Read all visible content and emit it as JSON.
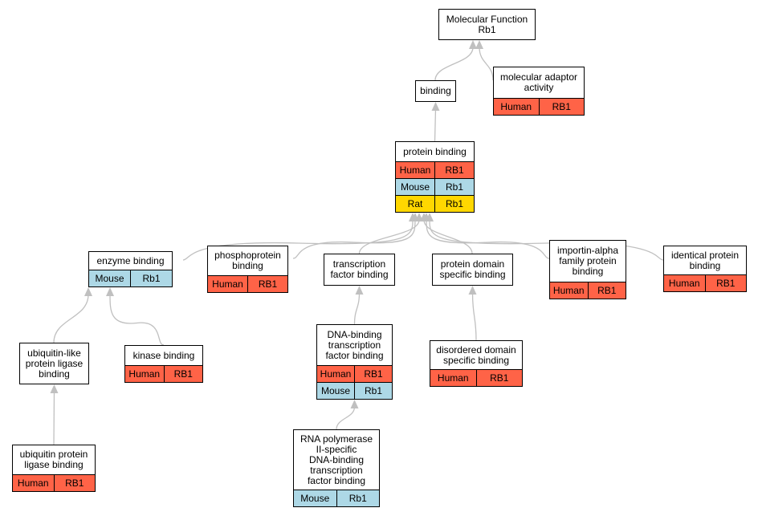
{
  "colors": {
    "human": "#ff6347",
    "mouse": "#add8e6",
    "rat": "#ffd700",
    "edge": "#c0c0c0"
  },
  "nodes": [
    {
      "id": "molecular-function",
      "title": "Molecular Function\nRb1",
      "rows": []
    },
    {
      "id": "binding",
      "title": "binding",
      "rows": []
    },
    {
      "id": "molecular-adaptor-activity",
      "title": "molecular adaptor\nactivity",
      "rows": [
        {
          "species": "Human",
          "gene": "RB1"
        }
      ]
    },
    {
      "id": "protein-binding",
      "title": "protein binding",
      "rows": [
        {
          "species": "Human",
          "gene": "RB1"
        },
        {
          "species": "Mouse",
          "gene": "Rb1"
        },
        {
          "species": "Rat",
          "gene": "Rb1"
        }
      ]
    },
    {
      "id": "enzyme-binding",
      "title": "enzyme binding",
      "rows": [
        {
          "species": "Mouse",
          "gene": "Rb1"
        }
      ]
    },
    {
      "id": "phosphoprotein-binding",
      "title": "phosphoprotein\nbinding",
      "rows": [
        {
          "species": "Human",
          "gene": "RB1"
        }
      ]
    },
    {
      "id": "transcription-factor-binding",
      "title": "transcription\nfactor binding",
      "rows": []
    },
    {
      "id": "protein-domain-specific-binding",
      "title": "protein domain\nspecific binding",
      "rows": []
    },
    {
      "id": "importin-alpha-family-protein-binding",
      "title": "importin-alpha\nfamily protein\nbinding",
      "rows": [
        {
          "species": "Human",
          "gene": "RB1"
        }
      ]
    },
    {
      "id": "identical-protein-binding",
      "title": "identical protein\nbinding",
      "rows": [
        {
          "species": "Human",
          "gene": "RB1"
        }
      ]
    },
    {
      "id": "ubiquitin-like-protein-ligase-binding",
      "title": "ubiquitin-like\nprotein ligase\nbinding",
      "rows": []
    },
    {
      "id": "kinase-binding",
      "title": "kinase binding",
      "rows": [
        {
          "species": "Human",
          "gene": "RB1"
        }
      ]
    },
    {
      "id": "dna-binding-transcription-factor-binding",
      "title": "DNA-binding\ntranscription\nfactor binding",
      "rows": [
        {
          "species": "Human",
          "gene": "RB1"
        },
        {
          "species": "Mouse",
          "gene": "Rb1"
        }
      ]
    },
    {
      "id": "disordered-domain-specific-binding",
      "title": "disordered domain\nspecific binding",
      "rows": [
        {
          "species": "Human",
          "gene": "RB1"
        }
      ]
    },
    {
      "id": "ubiquitin-protein-ligase-binding",
      "title": "ubiquitin protein\nligase binding",
      "rows": [
        {
          "species": "Human",
          "gene": "RB1"
        }
      ]
    },
    {
      "id": "rna-polymerase-ii-specific-dna-binding-transcription-factor-binding",
      "title": "RNA polymerase\nII-specific\nDNA-binding\ntranscription\nfactor binding",
      "rows": [
        {
          "species": "Mouse",
          "gene": "Rb1"
        }
      ]
    }
  ],
  "edges": [
    {
      "from": "binding",
      "to": "molecular-function"
    },
    {
      "from": "molecular-adaptor-activity",
      "to": "molecular-function"
    },
    {
      "from": "protein-binding",
      "to": "binding"
    },
    {
      "from": "enzyme-binding",
      "to": "protein-binding"
    },
    {
      "from": "phosphoprotein-binding",
      "to": "protein-binding"
    },
    {
      "from": "transcription-factor-binding",
      "to": "protein-binding"
    },
    {
      "from": "protein-domain-specific-binding",
      "to": "protein-binding"
    },
    {
      "from": "importin-alpha-family-protein-binding",
      "to": "protein-binding"
    },
    {
      "from": "identical-protein-binding",
      "to": "protein-binding"
    },
    {
      "from": "ubiquitin-like-protein-ligase-binding",
      "to": "enzyme-binding"
    },
    {
      "from": "kinase-binding",
      "to": "enzyme-binding"
    },
    {
      "from": "dna-binding-transcription-factor-binding",
      "to": "transcription-factor-binding"
    },
    {
      "from": "disordered-domain-specific-binding",
      "to": "protein-domain-specific-binding"
    },
    {
      "from": "ubiquitin-protein-ligase-binding",
      "to": "ubiquitin-like-protein-ligase-binding"
    },
    {
      "from": "rna-polymerase-ii-specific-dna-binding-transcription-factor-binding",
      "to": "dna-binding-transcription-factor-binding"
    }
  ]
}
